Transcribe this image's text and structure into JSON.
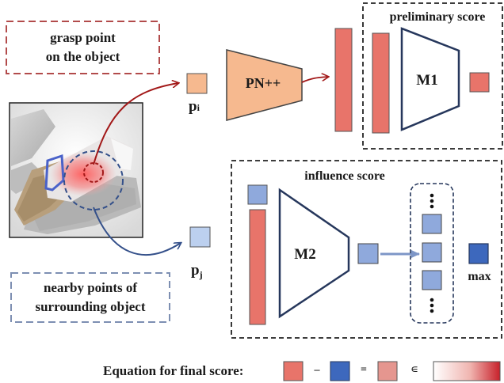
{
  "labels": {
    "grasp_point": [
      "grasp point",
      "on the object"
    ],
    "nearby_points": [
      "nearby points of",
      "surrounding object"
    ],
    "pi": "p",
    "pi_sub": "i",
    "pj": "p",
    "pj_sub": "j",
    "pn": "PN++",
    "m1": "M1",
    "m2": "M2",
    "preliminary_score": "preliminary score",
    "influence_score": "influence score",
    "max": "max",
    "equation_label": "Equation for final score:",
    "minus": "–",
    "equals": "=",
    "element_of": "∊"
  },
  "colors": {
    "red": "#e8746a",
    "red_light": "#e5968f",
    "blue": "#8fa9dc",
    "blue_dark": "#3d68bd",
    "orange": "#f6b98f",
    "dark_red": "#a21818",
    "dark_blue": "#34508a",
    "dashed_red": "#b24b4b",
    "dashed_blue": "#7d8fb2"
  }
}
